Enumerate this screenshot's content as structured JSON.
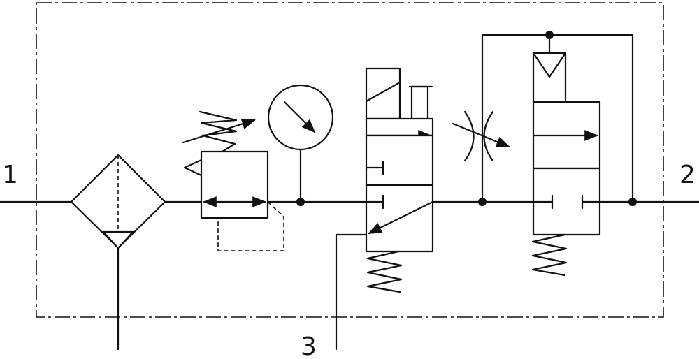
{
  "diagram": {
    "ports": {
      "inlet": "1",
      "outlet": "2",
      "exhaust": "3"
    },
    "colors": {
      "stroke": "#111111",
      "background": "#ffffff"
    },
    "components": [
      "filter-with-drain",
      "pressure-regulator",
      "pressure-gauge",
      "solenoid-valve-3-2",
      "adjustable-throttle",
      "pressure-operated-valve-2-2"
    ]
  }
}
